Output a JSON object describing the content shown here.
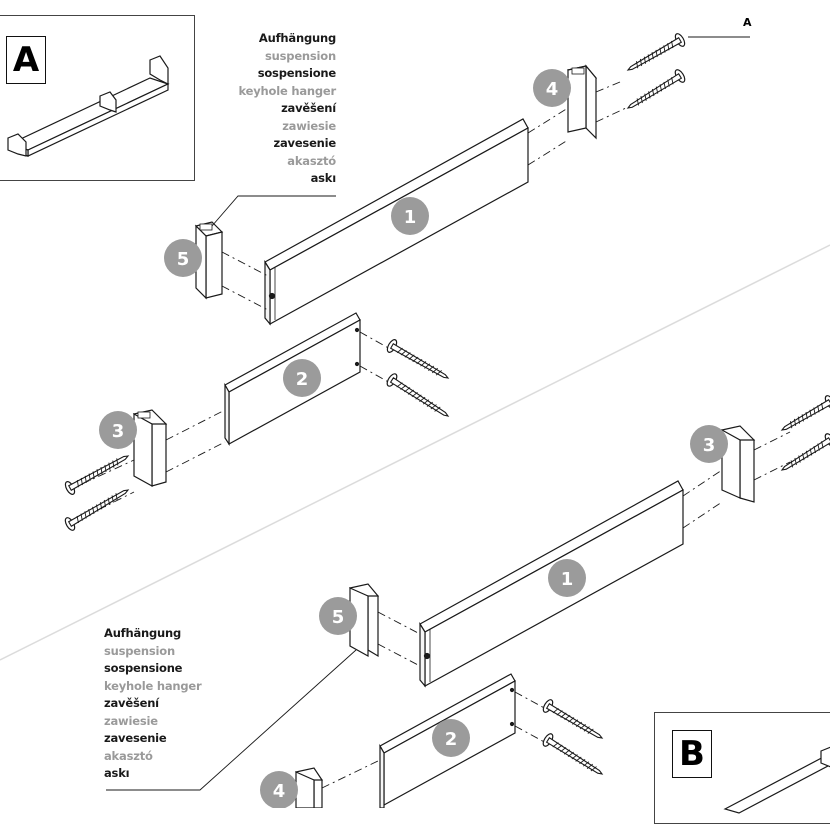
{
  "panels": {
    "top": {
      "letter": "A",
      "marker": "A"
    },
    "bottom": {
      "letter": "B"
    }
  },
  "hanger_labels": [
    {
      "text": "Aufhängung",
      "tone": "dark"
    },
    {
      "text": "suspension",
      "tone": "grey"
    },
    {
      "text": "sospensione",
      "tone": "dark"
    },
    {
      "text": "keyhole hanger",
      "tone": "grey"
    },
    {
      "text": "zavěšení",
      "tone": "dark"
    },
    {
      "text": "zawiesie",
      "tone": "grey"
    },
    {
      "text": "zavesenie",
      "tone": "dark"
    },
    {
      "text": "akasztó",
      "tone": "grey"
    },
    {
      "text": "askı",
      "tone": "dark"
    }
  ],
  "part_numbers": {
    "top": [
      "1",
      "2",
      "3",
      "4",
      "5"
    ],
    "bottom": [
      "1",
      "2",
      "3",
      "4",
      "5"
    ]
  },
  "colors": {
    "badge": "#9b9b9b",
    "line": "#1a1a1a",
    "divider": "#d8d8d8"
  }
}
